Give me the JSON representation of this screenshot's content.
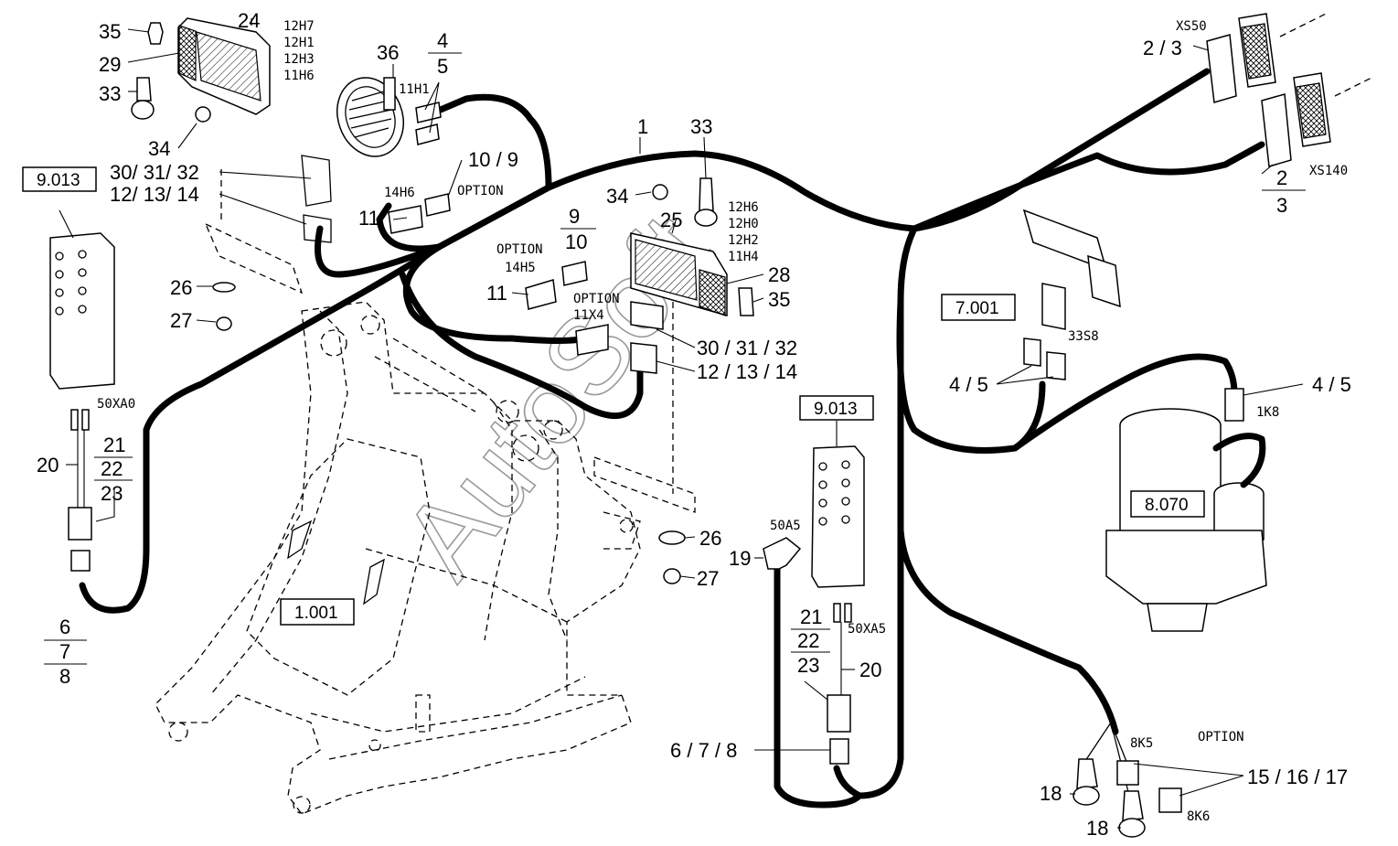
{
  "labels": {
    "l1": "1",
    "l2_3_top": "2 / 3",
    "l2": "2",
    "l3": "3",
    "l4": "4",
    "l5": "5",
    "l4_5_a": "4 / 5",
    "l4_5_b": "4 / 5",
    "l6": "6",
    "l7": "7",
    "l8": "8",
    "l6_7_8": "6 / 7 / 8",
    "l9": "9",
    "l10": "10",
    "l10_9": "10 / 9",
    "l11_a": "11",
    "l11_b": "11",
    "l12_13_14_a": "12/ 13/ 14",
    "l12_13_14_b": "12 / 13 / 14",
    "l15_16_17": "15 / 16 / 17",
    "l18_a": "18",
    "l18_b": "18",
    "l19": "19",
    "l20_a": "20",
    "l20_b": "20",
    "l21_a": "21",
    "l22_a": "22",
    "l23_a": "23",
    "l21_b": "21",
    "l22_b": "22",
    "l23_b": "23",
    "l24": "24",
    "l25": "25",
    "l26_a": "26",
    "l26_b": "26",
    "l27_a": "27",
    "l27_b": "27",
    "l28": "28",
    "l29": "29",
    "l30_31_32_a": "30/ 31/ 32",
    "l30_31_32_b": "30 / 31 / 32",
    "l33_a": "33",
    "l33_b": "33",
    "l34_a": "34",
    "l34_b": "34",
    "l35_a": "35",
    "l35_b": "35",
    "l36": "36"
  },
  "codes": {
    "c12H7": "12H7",
    "c12H1": "12H1",
    "c12H3": "12H3",
    "c11H6": "11H6",
    "c11H1": "11H1",
    "c14H6": "14H6",
    "option_a": "OPTION",
    "option_b": "OPTION",
    "option_c": "OPTION",
    "option_d": "OPTION",
    "c14H5": "14H5",
    "c11X4": "11X4",
    "c12H6": "12H6",
    "c12H0": "12H0",
    "c12H2": "12H2",
    "c11H4": "11H4",
    "xs50": "XS50",
    "xs140": "XS140",
    "c33S8": "33S8",
    "c1K8": "1K8",
    "c50XA0": "50XA0",
    "c50A5": "50A5",
    "c50XA5": "50XA5",
    "c8K5": "8K5",
    "c8K6": "8K6"
  },
  "refs": {
    "r9013_a": "9.013",
    "r9013_b": "9.013",
    "r7001": "7.001",
    "r8070": "8.070",
    "r1001": "1.001"
  },
  "watermark": "AutoSoft"
}
